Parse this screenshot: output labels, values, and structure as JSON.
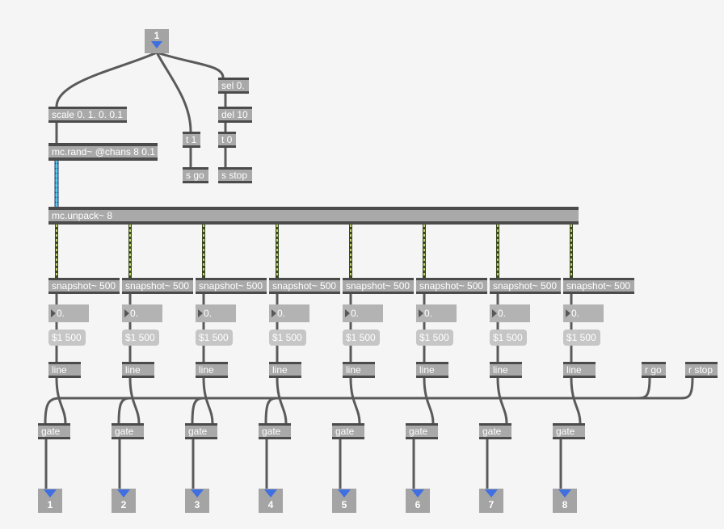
{
  "inlet": {
    "label": "1"
  },
  "objects": {
    "scale": "scale 0. 1. 0. 0.1",
    "mc_rand": "mc.rand~ @chans 8 0.1",
    "sel": "sel 0.",
    "del": "del 10",
    "t1": "t 1",
    "t0": "t 0",
    "s_go": "s go",
    "s_stop": "s stop",
    "mc_unpack": "mc.unpack~ 8",
    "r_go": "r go",
    "r_stop": "r stop"
  },
  "channels": [
    {
      "snapshot": "snapshot~ 500",
      "flonum": "0.",
      "msg": "$1 500",
      "line": "line",
      "gate": "gate",
      "outlet": "1"
    },
    {
      "snapshot": "snapshot~ 500",
      "flonum": "0.",
      "msg": "$1 500",
      "line": "line",
      "gate": "gate",
      "outlet": "2"
    },
    {
      "snapshot": "snapshot~ 500",
      "flonum": "0.",
      "msg": "$1 500",
      "line": "line",
      "gate": "gate",
      "outlet": "3"
    },
    {
      "snapshot": "snapshot~ 500",
      "flonum": "0.",
      "msg": "$1 500",
      "line": "line",
      "gate": "gate",
      "outlet": "4"
    },
    {
      "snapshot": "snapshot~ 500",
      "flonum": "0.",
      "msg": "$1 500",
      "line": "line",
      "gate": "gate",
      "outlet": "5"
    },
    {
      "snapshot": "snapshot~ 500",
      "flonum": "0.",
      "msg": "$1 500",
      "line": "line",
      "gate": "gate",
      "outlet": "6"
    },
    {
      "snapshot": "snapshot~ 500",
      "flonum": "0.",
      "msg": "$1 500",
      "line": "line",
      "gate": "gate",
      "outlet": "7"
    },
    {
      "snapshot": "snapshot~ 500",
      "flonum": "0.",
      "msg": "$1 500",
      "line": "line",
      "gate": "gate",
      "outlet": "8"
    }
  ],
  "colors": {
    "canvas": "#f5f5f5",
    "object_box": "#a9a9a9",
    "port_accent": "#3f6fe0",
    "patch_cord": "#5a5a5a",
    "signal_cord": "#c6d36b",
    "mc_cord": "#59c8ea"
  }
}
